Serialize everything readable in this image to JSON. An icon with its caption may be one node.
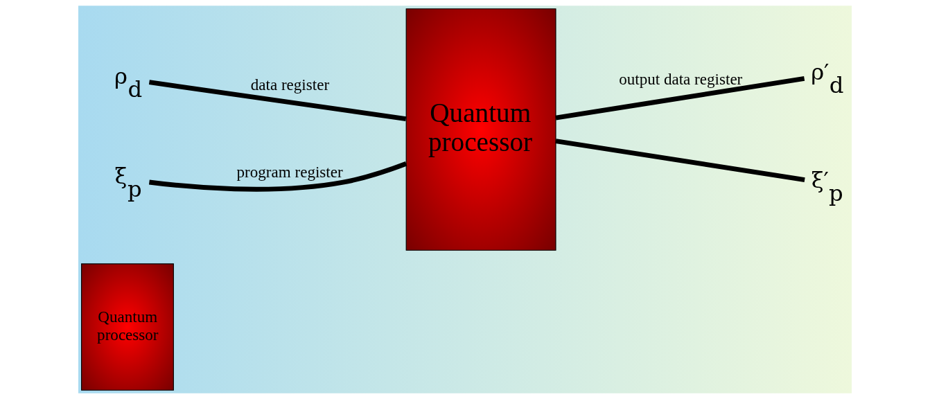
{
  "diagram": {
    "nodes": [
      {
        "text": [
          "Quantum processor"
        ]
      },
      {
        "text": [
          "ρ$_{d}$"
        ]
      },
      {
        "text": [
          "Quantum processor"
        ]
      },
      {
        "text": [
          "ρ′$_{d}$"
        ]
      },
      {
        "text": [
          "ξ$_{p}$"
        ]
      },
      {
        "text": [
          "ξ′$_{p}$"
        ]
      }
    ],
    "edges": [
      {
        "from": 1,
        "to": 2,
        "arrow": "none",
        "label": "data register"
      },
      {
        "from": 2,
        "to": 3,
        "arrow": "none",
        "label": "output data register"
      },
      {
        "from": 4,
        "to": 2,
        "arrow": "none",
        "label": "program register"
      },
      {
        "from": 2,
        "to": 5,
        "arrow": "none"
      }
    ]
  }
}
